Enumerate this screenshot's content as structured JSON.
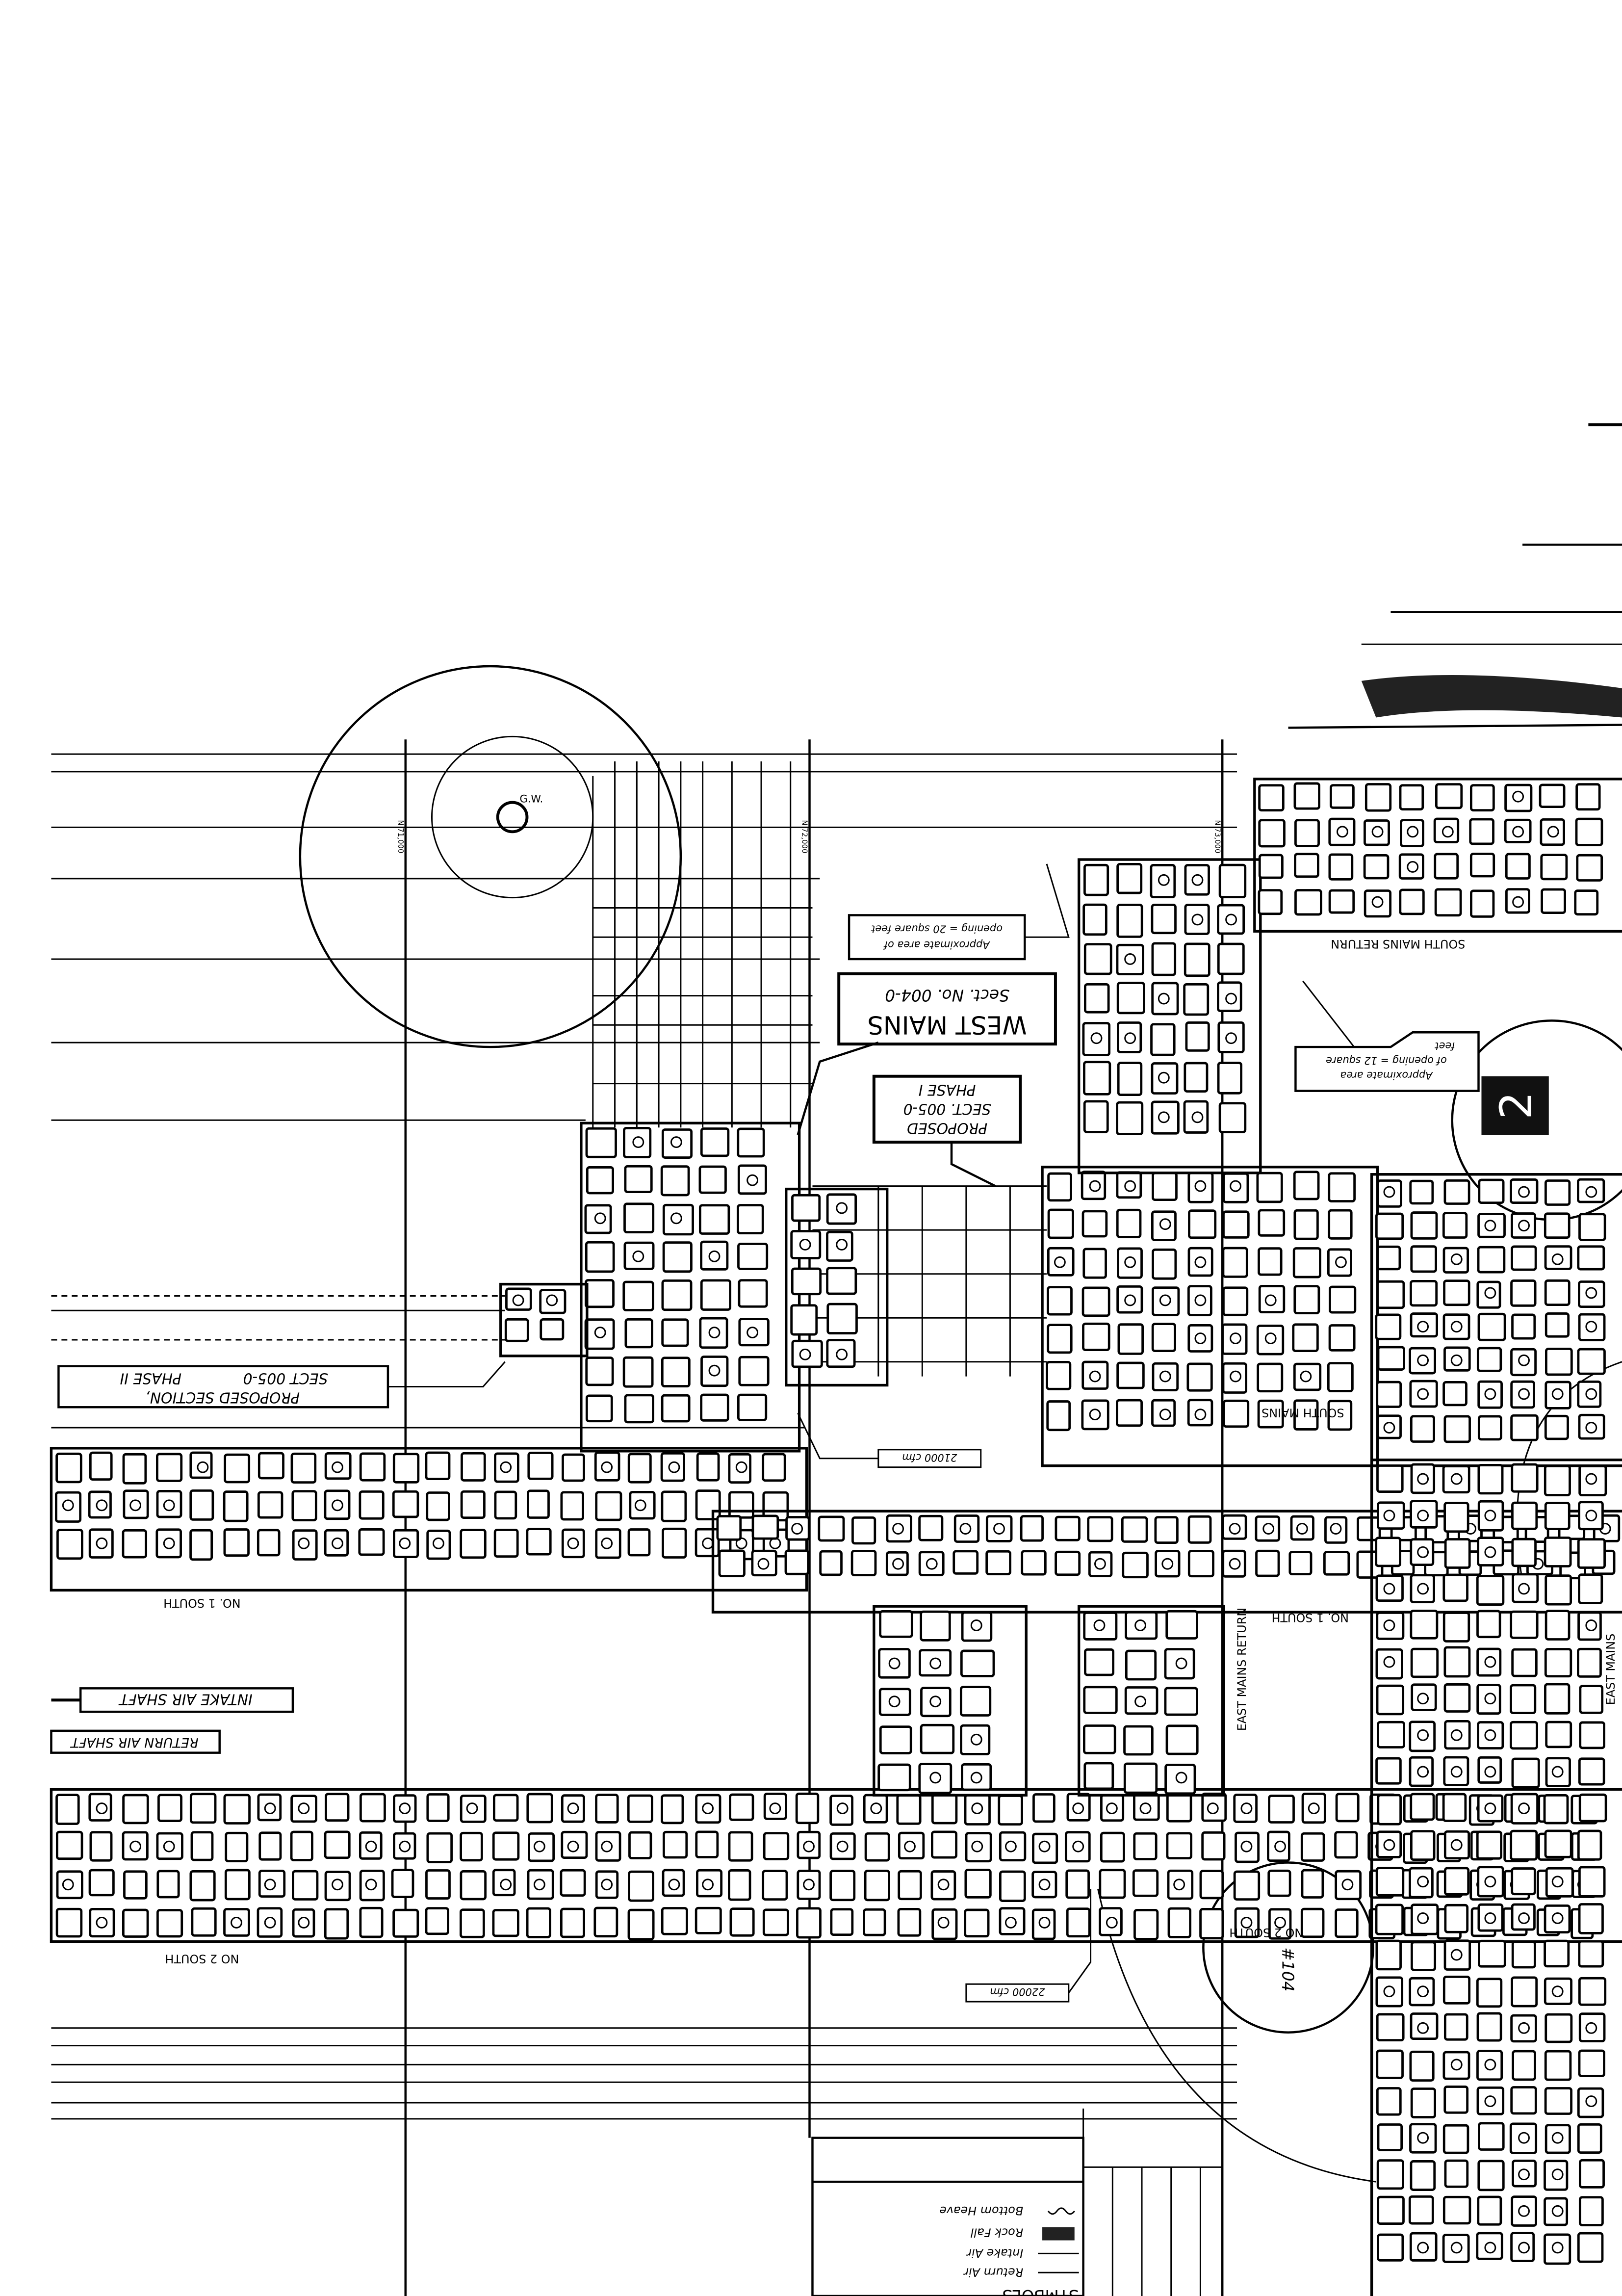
{
  "labels": {
    "west_mains": "WEST MAINS",
    "west_mains_sect": "Sect. No. 004-0",
    "phase1_l1": "PROPOSED",
    "phase1_l2": "SECT. 005-0",
    "phase1_l3": "PHASE I",
    "phase2_l1": "PROPOSED SECTION,",
    "phase2_l2": "SECT 005-0",
    "phase2_l3": "PHASE II",
    "opening20_l1": "Approximate area of",
    "opening20_l2": "opening = 20 square feet",
    "opening12_l1": "Approximate area",
    "opening12_l2": "of opening = 12 square",
    "opening12_l3": "feet",
    "south_mains": "SOUTH MAINS",
    "south_mains_return": "SOUTH MAINS RETURN",
    "no1_south_west": "NO. 1 SOUTH",
    "no1_south_east": "NO. 1 SOUTH",
    "no2_south_west": "NO 2 SOUTH",
    "no2_south_east": "NO 2 SOUTH",
    "east_mains_return": "EAST MAINS RETURN",
    "east_mains": "EAST MAINS",
    "intake_air_shaft": "INTAKE AIR SHAFT",
    "return_air_shaft": "RETURN AIR SHAFT",
    "cfm_21000": "21000 cfm",
    "cfm_22000": "22000 cfm",
    "shaft_104": "#104",
    "panel_2": "2",
    "gw": "G.W.",
    "grid_n71": "N 71,000",
    "grid_n72": "N 72,000",
    "grid_n73": "N 73,000"
  },
  "legend": {
    "title": "SYMBOLS",
    "items": [
      {
        "symbol": "arrow",
        "label": "Return Air"
      },
      {
        "symbol": "arrow",
        "label": "Intake Air"
      },
      {
        "symbol": "hatched-box",
        "label": "Rock Fall"
      },
      {
        "symbol": "wavy",
        "label": "Bottom Heave"
      }
    ]
  }
}
